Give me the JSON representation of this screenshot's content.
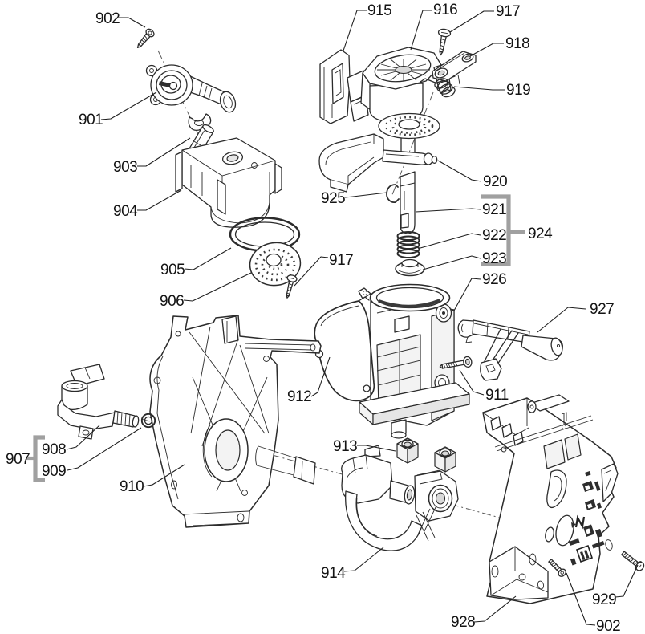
{
  "figure": {
    "type": "exploded-parts-diagram",
    "background": "#ffffff"
  },
  "colors": {
    "line": "#2b2b2b",
    "label_text": "#141414",
    "bracket": "#a0a0a0",
    "axis_line": "#5a5a5a"
  },
  "labels": {
    "l901": "901",
    "l902_top": "902",
    "l902_bottom": "902",
    "l903": "903",
    "l904": "904",
    "l905": "905",
    "l906": "906",
    "l907": "907",
    "l908": "908",
    "l909": "909",
    "l910": "910",
    "l911": "911",
    "l912": "912",
    "l913": "913",
    "l914": "914",
    "l915": "915",
    "l916": "916",
    "l917_top": "917",
    "l917_mid": "917",
    "l918": "918",
    "l919": "919",
    "l920": "920",
    "l921": "921",
    "l922": "922",
    "l923": "923",
    "l924": "924",
    "l925": "925",
    "l926": "926",
    "l927": "927",
    "l928": "928",
    "l929": "929"
  },
  "brackets": [
    {
      "label": "907",
      "groups_labels": [
        "908",
        "909"
      ]
    },
    {
      "label": "924",
      "groups_labels": [
        "921",
        "922",
        "923"
      ]
    }
  ]
}
